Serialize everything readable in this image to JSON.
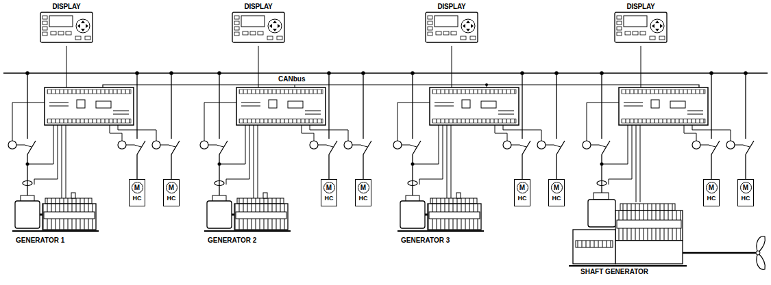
{
  "diagram": {
    "nodes": [
      {
        "text": [
          "DISPLAY"
        ]
      },
      {
        "text": [
          "DISPLAY"
        ]
      },
      {
        "text": [
          "DISPLAY"
        ]
      },
      {
        "text": [
          "DISPLAY"
        ]
      },
      {
        "text": [
          "M",
          "HC"
        ]
      },
      {
        "text": [
          "M",
          "HC"
        ]
      },
      {
        "text": [
          "M",
          "HC"
        ]
      },
      {
        "text": [
          "M",
          "HC"
        ]
      },
      {
        "text": [
          "M",
          "HC"
        ]
      },
      {
        "text": [
          "M",
          "HC"
        ]
      },
      {
        "text": [
          "M",
          "HC"
        ]
      },
      {
        "text": [
          "M",
          "HC"
        ]
      }
    ],
    "labels": [
      "CANbus",
      "GENERATOR 1",
      "GENERATOR 2",
      "GENERATOR 3",
      "SHAFT GENERATOR"
    ]
  }
}
